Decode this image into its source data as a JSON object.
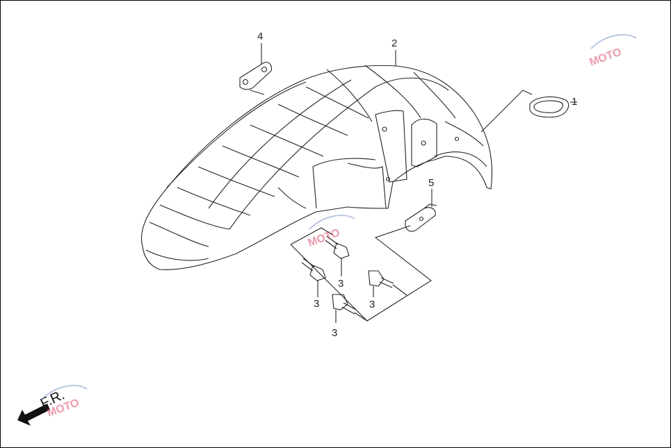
{
  "diagram": {
    "callouts": [
      "1",
      "2",
      "3",
      "3",
      "3",
      "3",
      "4",
      "5"
    ],
    "direction_label": "F.R.",
    "watermark": "MOTO"
  }
}
